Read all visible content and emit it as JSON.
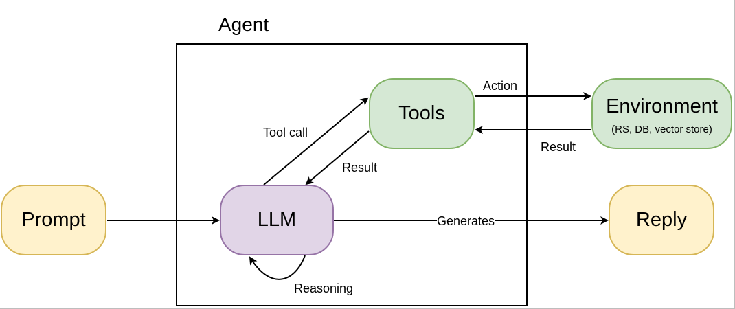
{
  "agent": {
    "title": "Agent"
  },
  "nodes": {
    "prompt": {
      "label": "Prompt"
    },
    "llm": {
      "label": "LLM"
    },
    "tools": {
      "label": "Tools"
    },
    "environment": {
      "label": "Environment",
      "sublabel": "(RS, DB, vector store)"
    },
    "reply": {
      "label": "Reply"
    }
  },
  "edges": {
    "tool_call": "Tool call",
    "tools_result": "Result",
    "action": "Action",
    "env_result": "Result",
    "generates": "Generates",
    "reasoning": "Reasoning"
  },
  "colors": {
    "yellow_fill": "#fff2cc",
    "yellow_stroke": "#d6b656",
    "purple_fill": "#e1d5e7",
    "purple_stroke": "#9673a6",
    "green_fill": "#d5e8d4",
    "green_stroke": "#82b366"
  }
}
